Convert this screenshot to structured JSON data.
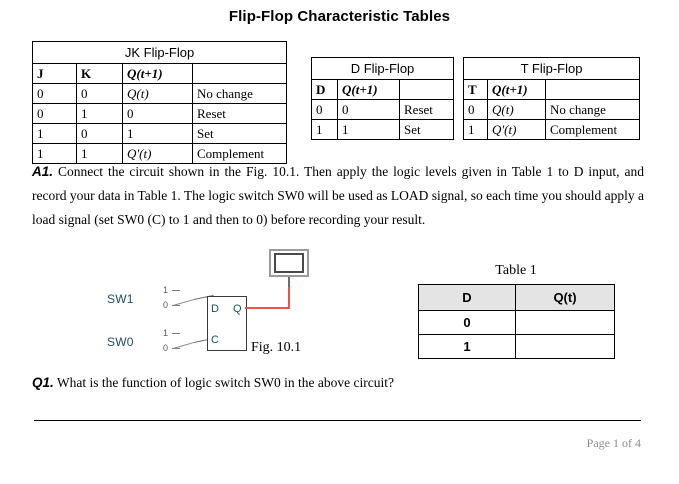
{
  "document": {
    "title": "Flip-Flop Characteristic Tables"
  },
  "jk_table": {
    "caption": "JK Flip-Flop",
    "headers": [
      "J",
      "K",
      "Q(t+1)",
      ""
    ],
    "rows": [
      [
        "0",
        "0",
        "Q(t)",
        "No change"
      ],
      [
        "0",
        "1",
        "0",
        "Reset"
      ],
      [
        "1",
        "0",
        "1",
        "Set"
      ],
      [
        "1",
        "1",
        "Q'(t)",
        "Complement"
      ]
    ]
  },
  "d_table": {
    "caption": "D Flip-Flop",
    "headers": [
      "D",
      "Q(t+1)",
      ""
    ],
    "rows": [
      [
        "0",
        "0",
        "Reset"
      ],
      [
        "1",
        "1",
        "Set"
      ]
    ]
  },
  "t_table": {
    "caption": "T Flip-Flop",
    "headers": [
      "T",
      "Q(t+1)",
      ""
    ],
    "rows": [
      [
        "0",
        "Q(t)",
        "No change"
      ],
      [
        "1",
        "Q'(t)",
        "Complement"
      ]
    ]
  },
  "task_a1": {
    "label": "A1.",
    "text": "Connect the circuit shown in the Fig. 10.1. Then apply the logic levels given in Table 1 to D input, and record your data in Table 1. The logic switch SW0 will be used as LOAD signal, so each time you should apply a load signal (set SW0 (C) to 1 and then to 0) before recording your result."
  },
  "question_q1": {
    "label": "Q1.",
    "text": "What is the function of logic switch SW0 in the above circuit?"
  },
  "figure": {
    "caption": "Fig. 10.1",
    "switch1_label": "SW1",
    "switch0_label": "SW0",
    "high_level": "1",
    "low_level": "0",
    "pin_d": "D",
    "pin_q": "Q",
    "pin_c": "C"
  },
  "table1": {
    "caption": "Table 1",
    "headers": [
      "D",
      "Q(t)"
    ],
    "rows": [
      [
        "0",
        ""
      ],
      [
        "1",
        ""
      ]
    ]
  },
  "footer": {
    "page_text": "Page 1 of 4"
  },
  "colors": {
    "wire": "#6e6e6e",
    "wire_active": "#ef5350",
    "pin_label": "#1f4e5f",
    "table_header_fill": "#e4e4e4",
    "footer_text": "#8c8c8c"
  }
}
